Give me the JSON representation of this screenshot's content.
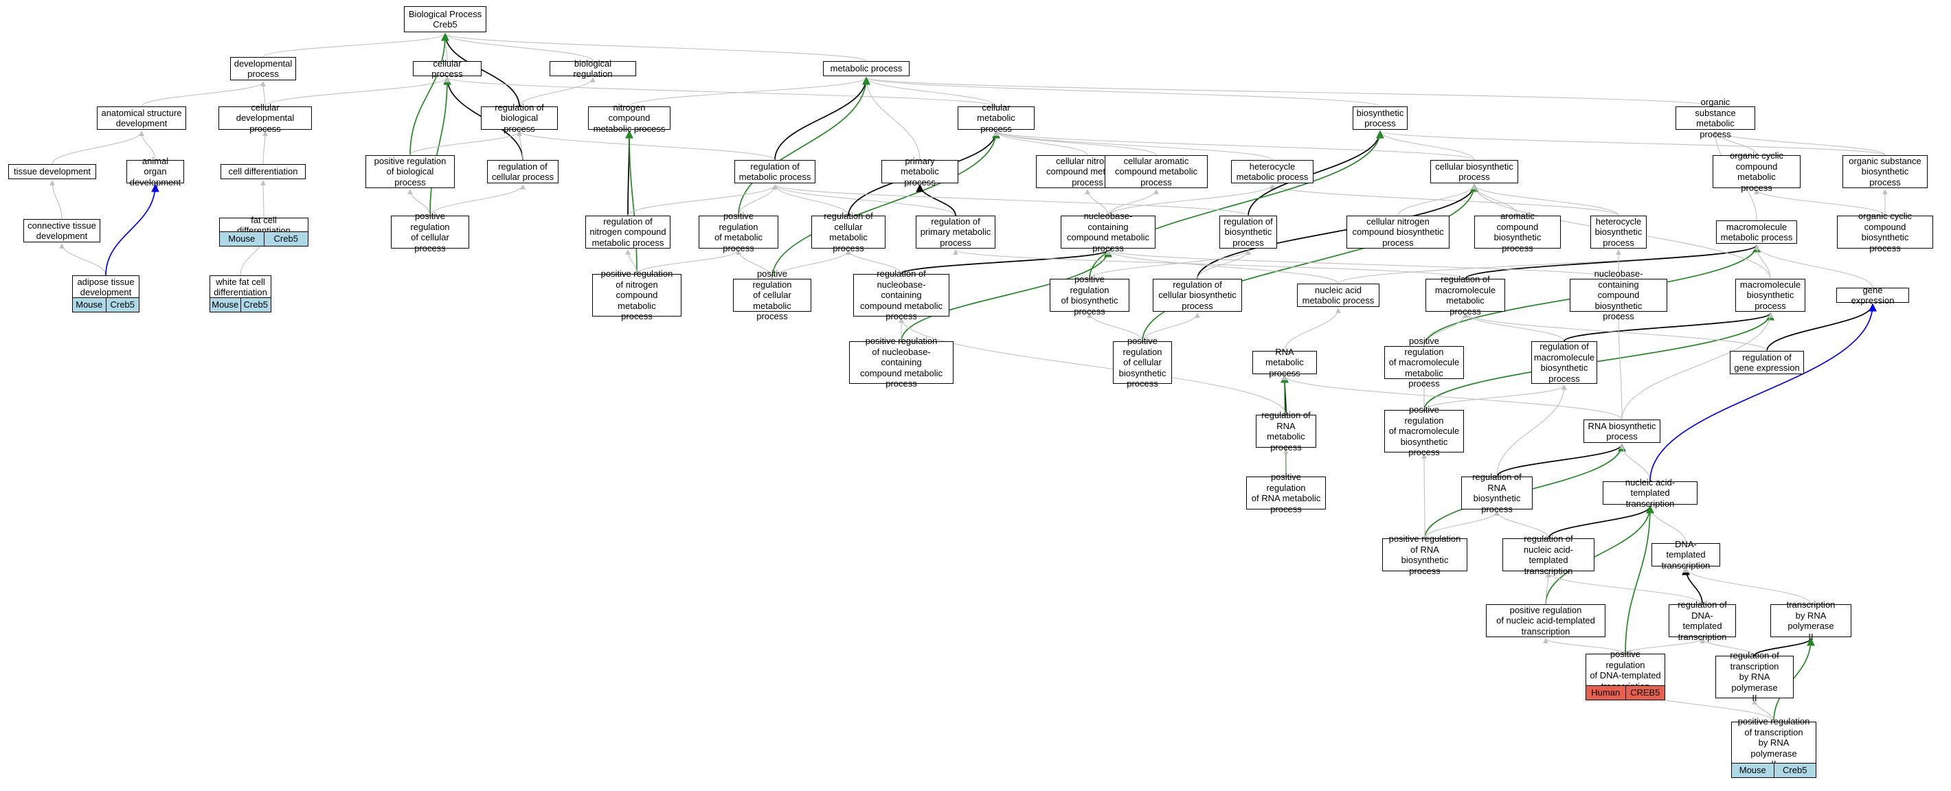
{
  "colors": {
    "default_edge": "#c0c0c0",
    "is_a_edge": "#000000",
    "positive_regulation_edge": "#228b22",
    "part_of_edge": "#0000ff",
    "mouse_tag": "#add8e6",
    "human_tag": "#e8604c"
  },
  "nodes": {
    "bp": "Biological Process\nCreb5",
    "dev": "developmental\nprocess",
    "cp": "cellular process",
    "br": "biological regulation",
    "mp": "metabolic process",
    "asd": "anatomical structure\ndevelopment",
    "cdp": "cellular developmental\nprocess",
    "rbp": "regulation of\nbiological process",
    "ncmp": "nitrogen compound\nmetabolic process",
    "cmp": "cellular metabolic\nprocess",
    "biosyn": "biosynthetic\nprocess",
    "osmp": "organic substance\nmetabolic process",
    "td": "tissue development",
    "aod": "animal organ\ndevelopment",
    "cd": "cell differentiation",
    "prbp": "positive regulation\nof biological\nprocess",
    "rcp": "regulation of\ncellular process",
    "rmp": "regulation of\nmetabolic process",
    "pmp": "primary metabolic\nprocess",
    "cncmp": "cellular nitrogen\ncompound metabolic\nprocess",
    "cacmp": "cellular aromatic\ncompound metabolic\nprocess",
    "hmp": "heterocycle\nmetabolic process",
    "cbp": "cellular biosynthetic\nprocess",
    "occmp": "organic cyclic\ncompound metabolic\nprocess",
    "osbp": "organic substance\nbiosynthetic\nprocess",
    "ctd": "connective tissue\ndevelopment",
    "fcd": "fat cell differentiation",
    "prcp": "positive regulation\nof cellular\nprocess",
    "rncmp": "regulation of\nnitrogen compound\nmetabolic process",
    "prmp": "positive regulation\nof metabolic\nprocess",
    "rcmp": "regulation of\ncellular metabolic\nprocess",
    "rpmp": "regulation of\nprimary metabolic\nprocess",
    "nbcmp": "nucleobase-containing\ncompound metabolic\nprocess",
    "rbs": "regulation of\nbiosynthetic\nprocess",
    "cncbp": "cellular nitrogen\ncompound biosynthetic\nprocess",
    "acbp": "aromatic compound\nbiosynthetic\nprocess",
    "hbp": "heterocycle\nbiosynthetic\nprocess",
    "mmp": "macromolecule\nmetabolic process",
    "occbp": "organic cyclic\ncompound biosynthetic\nprocess",
    "atd": "adipose tissue\ndevelopment",
    "wfcd": "white fat cell\ndifferentiation",
    "prncmp": "positive regulation\nof nitrogen\ncompound metabolic\nprocess",
    "prcmp": "positive regulation\nof cellular\nmetabolic process",
    "rnbcmp": "regulation of\nnucleobase-containing\ncompound metabolic\nprocess",
    "prbs": "positive regulation\nof biosynthetic\nprocess",
    "rcbp": "regulation of\ncellular biosynthetic\nprocess",
    "namp": "nucleic acid\nmetabolic process",
    "rmmp": "regulation of\nmacromolecule\nmetabolic process",
    "nbcbp": "nucleobase-containing\ncompound biosynthetic\nprocess",
    "mbp": "macromolecule\nbiosynthetic\nprocess",
    "ge": "gene expression",
    "prnbcmp": "positive regulation\nof nucleobase-containing\ncompound metabolic\nprocess",
    "prcbp": "positive regulation\nof cellular\nbiosynthetic\nprocess",
    "rnamp": "RNA metabolic\nprocess",
    "prmmp": "positive regulation\nof macromolecule\nmetabolic process",
    "rmbp": "regulation of\nmacromolecule\nbiosynthetic\nprocess",
    "rge": "regulation of\ngene expression",
    "prmbp": "positive regulation\nof macromolecule\nbiosynthetic\nprocess",
    "rrnamp": "regulation of\nRNA metabolic\nprocess",
    "rnabp": "RNA biosynthetic\nprocess",
    "prrnamp": "positive regulation\nof RNA metabolic\nprocess",
    "rrnabp": "regulation of\nRNA biosynthetic\nprocess",
    "natt": "nucleic acid-templated\ntranscription",
    "prrnabp": "positive regulation\nof RNA biosynthetic\nprocess",
    "rnatt": "regulation of\nnucleic acid-templated\ntranscription",
    "dtt": "DNA-templated\ntranscription",
    "prnatt": "positive regulation\nof nucleic acid-templated\ntranscription",
    "rdtt": "regulation of\nDNA-templated\ntranscription",
    "trp2": "transcription\nby RNA polymerase\nII",
    "prdtt": "positive regulation\nof DNA-templated\ntranscription",
    "rtrp2": "regulation of\ntranscription\nby RNA polymerase\nII",
    "prtrp2": "positive regulation\nof transcription\nby RNA polymerase\nII"
  },
  "annotations": {
    "atd": [
      "Mouse",
      "Creb5"
    ],
    "fcd": [
      "Mouse",
      "Creb5"
    ],
    "wfcd": [
      "Mouse",
      "Creb5"
    ],
    "prdtt": [
      "Human",
      "CREB5"
    ],
    "prtrp2": [
      "Mouse",
      "Creb5"
    ]
  }
}
